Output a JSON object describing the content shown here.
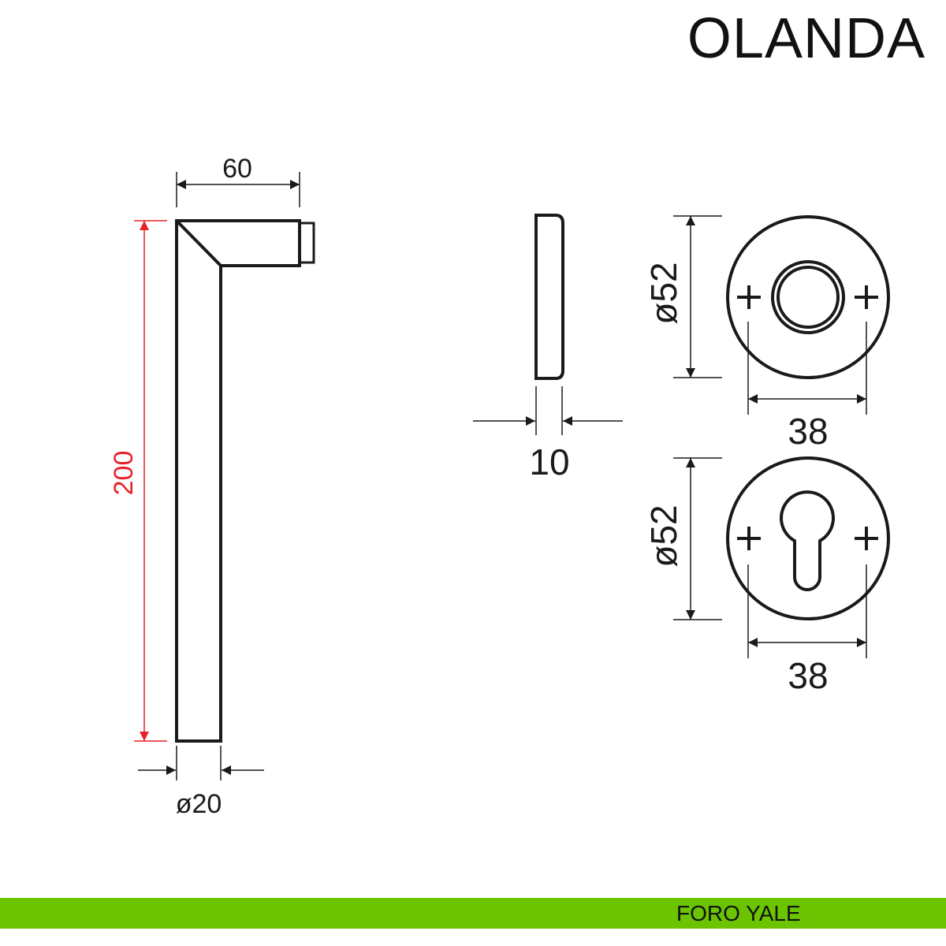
{
  "title": "OLANDA",
  "footer": {
    "brand": "FORO YALE",
    "color": "#6cc400"
  },
  "dimensions": {
    "handle_projection": "60",
    "handle_length": "200",
    "handle_diameter": "ø20",
    "rose_thickness": "10",
    "rose_diameter_1": "ø52",
    "screw_spacing_1": "38",
    "rose_diameter_2": "ø52",
    "screw_spacing_2": "38"
  },
  "colors": {
    "line": "#1a1a1a",
    "highlight_dimension": "#e8202a"
  }
}
